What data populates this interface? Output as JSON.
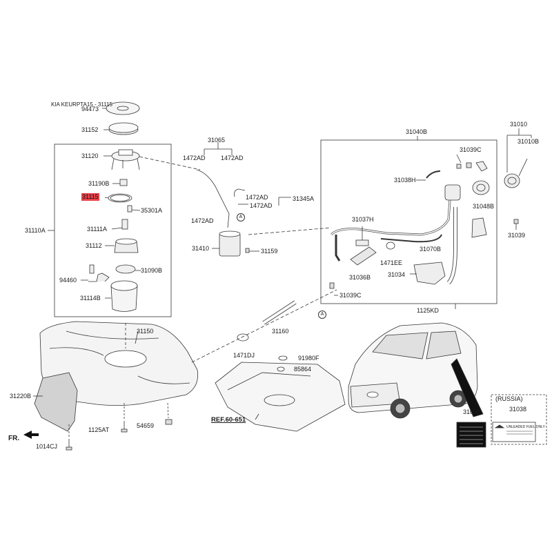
{
  "caption": "KIA KEURPTA15 - 31115",
  "labels": {
    "p94473": "94473",
    "p31152": "31152",
    "p31120": "31120",
    "p31190B": "31190B",
    "p31115": "31115",
    "p35301A": "35301A",
    "p31111A": "31111A",
    "p31110A": "31110A",
    "p31112": "31112",
    "p31090B": "31090B",
    "p94460": "94460",
    "p31114B": "31114B",
    "p31065": "31065",
    "p1472AD_a": "1472AD",
    "p1472AD_b": "1472AD",
    "p1472AD_c": "1472AD",
    "p1472AD_d": "1472AD",
    "p1472AD_e": "1472AD",
    "p31345A": "31345A",
    "p31410": "31410",
    "p31159": "31159",
    "p31040B": "31040B",
    "p31039C_a": "31039C",
    "p31038H": "31038H",
    "p31048B": "31048B",
    "p31010": "31010",
    "p31010B": "31010B",
    "p31039": "31039",
    "p31037H": "31037H",
    "p31070B": "31070B",
    "p1471EE": "1471EE",
    "p31036B": "31036B",
    "p31034": "31034",
    "p31039C_b": "31039C",
    "p1125KD": "1125KD",
    "p31160": "31160",
    "p31150": "31150",
    "p1471DJ": "1471DJ",
    "p91980F": "91980F",
    "p85864": "85864",
    "p31220B": "31220B",
    "p1125AT": "1125AT",
    "p54659": "54659",
    "p1014CJ": "1014CJ",
    "ref": "REF.60-651",
    "fr": "FR.",
    "russia": "(RUSSIA)",
    "p31038_a": "31038",
    "p31038_b": "31038",
    "circleA_1": "A",
    "circleA_2": "A",
    "tag_unleaded": "UNLEADED FUEL ONLY"
  },
  "colors": {
    "line": "#333333",
    "highlight": "#e8424a",
    "fill_light": "#f2f2f2",
    "fill_mid": "#d9d9d9"
  }
}
